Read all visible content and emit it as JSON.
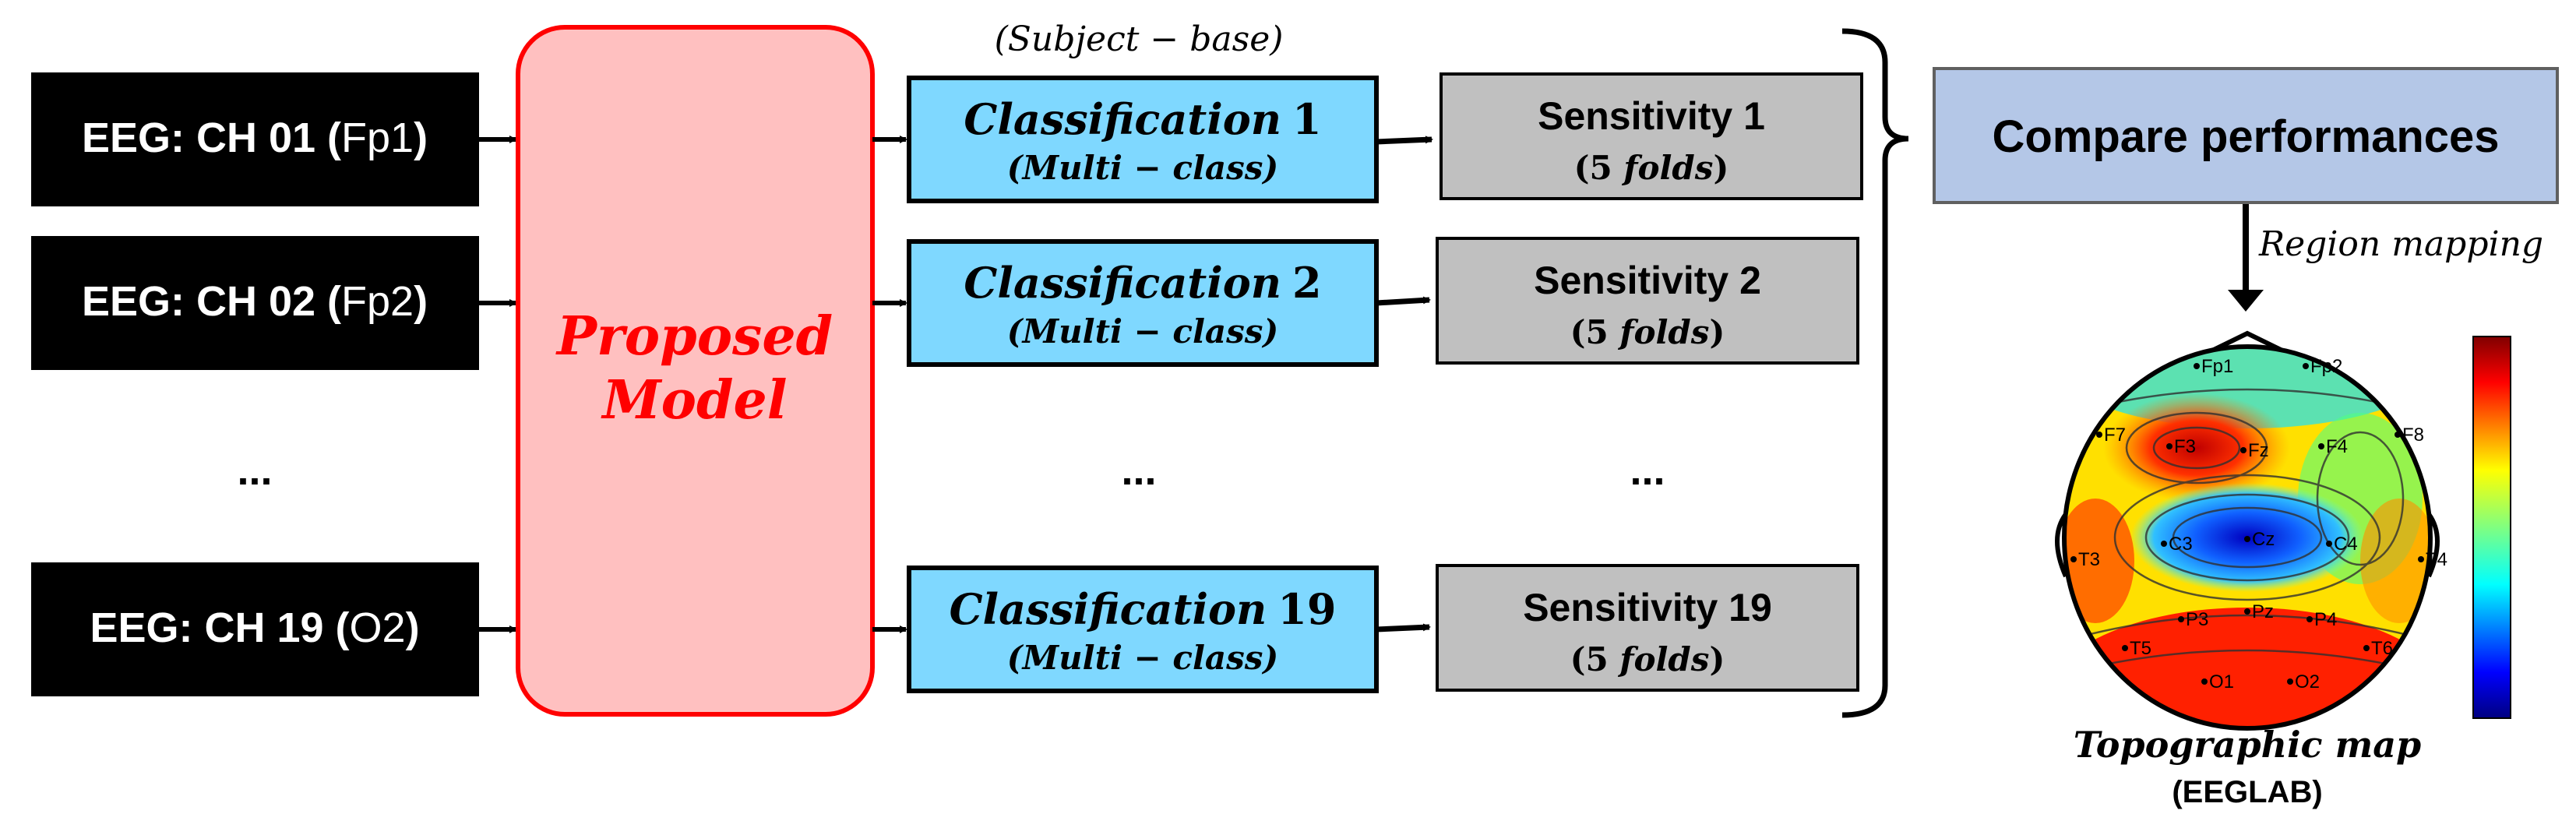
{
  "inputs": [
    {
      "label": "EEG: CH 01 (",
      "channel": "Fp1",
      "close": ")"
    },
    {
      "label": "EEG: CH 02 (",
      "channel": "Fp2",
      "close": ")"
    },
    {
      "label": "EEG: CH 19 (",
      "channel": "O2",
      "close": ")"
    }
  ],
  "ellipsis": "...",
  "model": {
    "line1": "Proposed",
    "line2": "Model"
  },
  "subject_base": "(Subject − base)",
  "classifications": [
    {
      "title": "Classification",
      "num": "1",
      "sub": "(Multi − class)"
    },
    {
      "title": "Classification",
      "num": "2",
      "sub": "(Multi − class)"
    },
    {
      "title": "Classification",
      "num": "19",
      "sub": "(Multi − class)"
    }
  ],
  "sensitivities": [
    {
      "title": "Sensitivity 1",
      "sub_num": "(5 ",
      "sub_word": "folds",
      "sub_close": ")"
    },
    {
      "title": "Sensitivity 2",
      "sub_num": "(5 ",
      "sub_word": "folds",
      "sub_close": ")"
    },
    {
      "title": "Sensitivity 19",
      "sub_num": "(5 ",
      "sub_word": "folds",
      "sub_close": ")"
    }
  ],
  "compare": "Compare performances",
  "region_mapping": "Region mapping",
  "topomap": {
    "title": "Topographic map",
    "subtitle": "(EEGLAB)",
    "electrodes": [
      "Fp1",
      "Fp2",
      "F7",
      "F3",
      "Fz",
      "F4",
      "F8",
      "T3",
      "C3",
      "Cz",
      "C4",
      "T4",
      "T5",
      "P3",
      "Pz",
      "P4",
      "T6",
      "O1",
      "O2"
    ]
  },
  "colors": {
    "input_bg": "#000000",
    "model_fill": "#ffc0c0",
    "model_stroke": "#ff0000",
    "model_text": "#ff0000",
    "class_fill": "#7fd8ff",
    "sens_fill": "#c0c0c0",
    "compare_fill": "#b4c7e7"
  }
}
